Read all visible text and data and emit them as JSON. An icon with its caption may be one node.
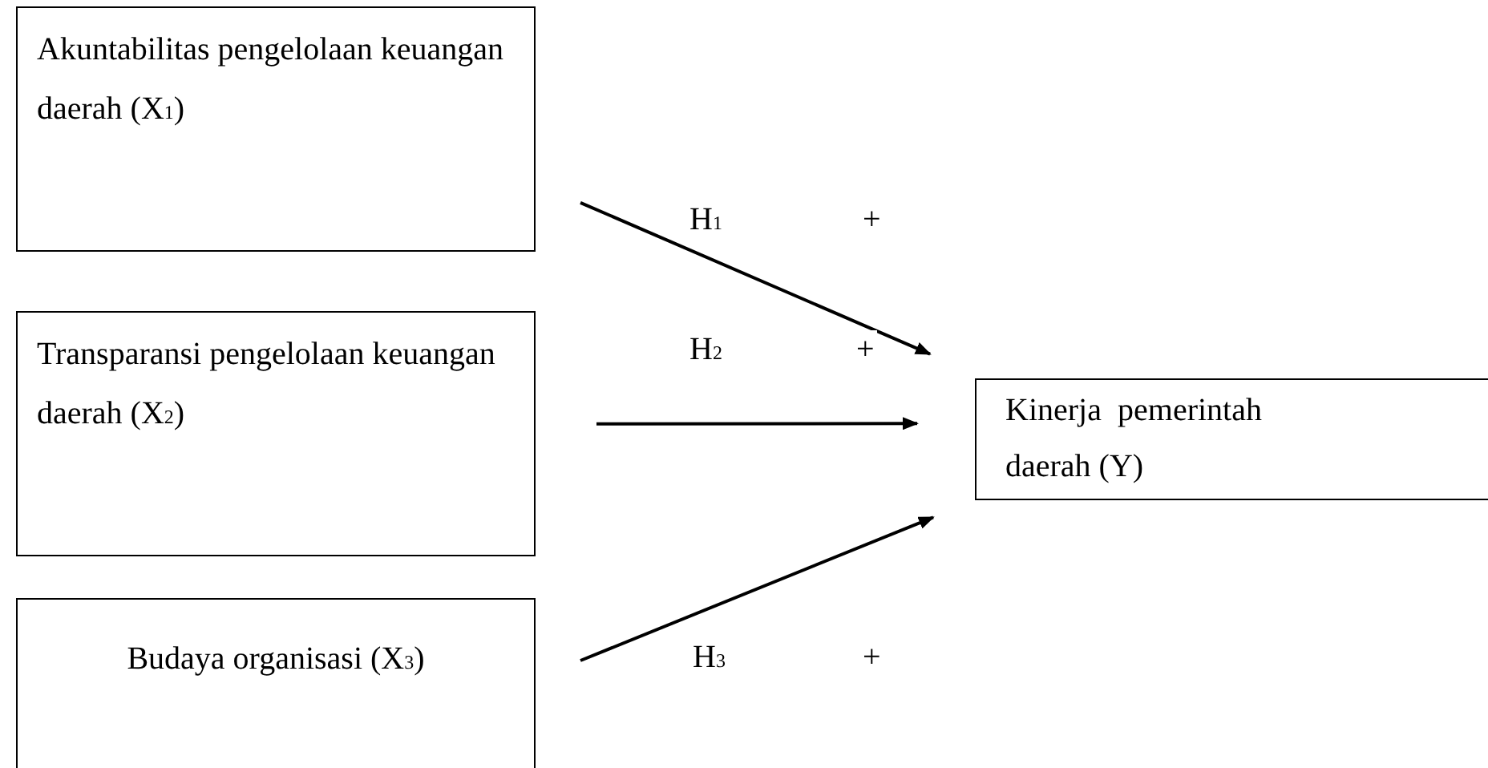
{
  "diagram": {
    "nodes": [
      {
        "text": [
          "Akuntabilitas pengelolaan keuangan daerah (X$_{1}$)"
        ]
      },
      {
        "text": [
          "Transparansi pengelolaan keuangan daerah (X$_{2}$)"
        ]
      },
      {
        "text": [
          "Budaya organisasi (X$_{3}$)"
        ]
      },
      {
        "text": [
          "Kinerja pemerintah daerah (Y)"
        ]
      }
    ],
    "edges": [
      {
        "from": 0,
        "to": 3,
        "arrow": "to",
        "label": "H$_{1}$"
      },
      {
        "from": 1,
        "to": 3,
        "arrow": "to",
        "label": "H$_{2}$"
      },
      {
        "from": 2,
        "to": 3,
        "arrow": "to",
        "label": "H$_{3}$"
      }
    ],
    "labels": [
      "+",
      "+",
      "+"
    ]
  }
}
